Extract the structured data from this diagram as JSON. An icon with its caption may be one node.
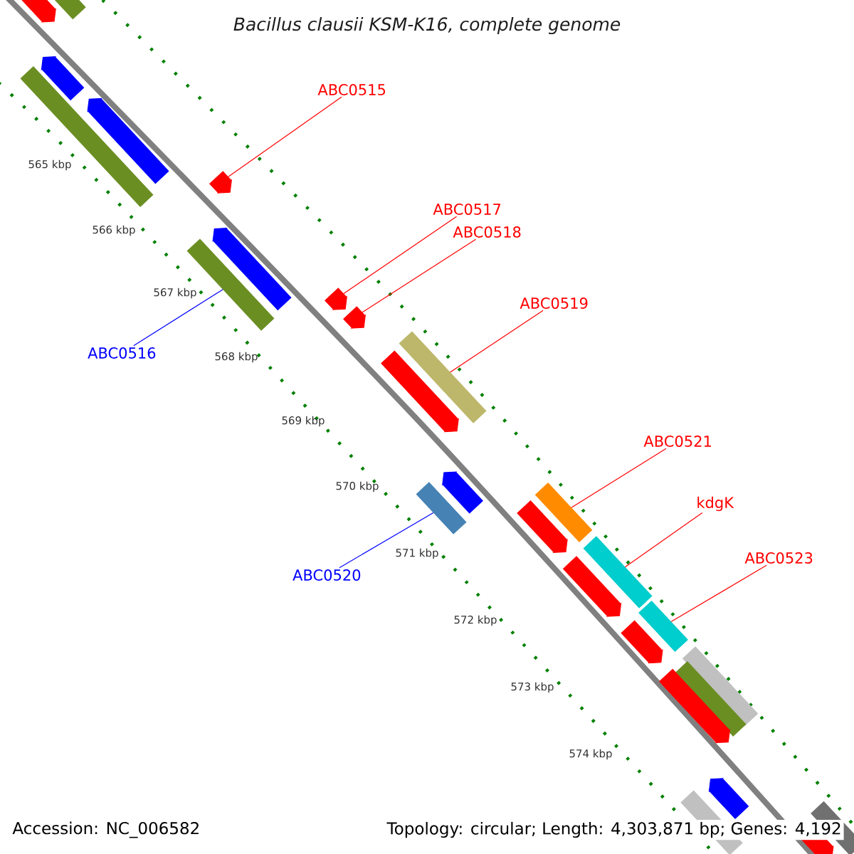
{
  "diagram": {
    "title": "Bacillus clausii KSM-K16, complete genome",
    "nodes": [
      {
        "text": [
          "ABC0515"
        ]
      },
      {
        "text": [],
        "shape": "arrow"
      },
      {
        "text": [
          "ABC0517"
        ]
      },
      {
        "text": [
          "ABC0518"
        ]
      },
      {
        "text": [],
        "shape": "arrow"
      },
      {
        "text": [],
        "shape": "arrow"
      },
      {
        "text": [
          "ABC0519"
        ]
      },
      {
        "text": [],
        "shape": "bar"
      },
      {
        "text": [
          "ABC0516"
        ]
      },
      {
        "text": [],
        "shape": "bar"
      },
      {
        "text": [
          "ABC0520"
        ]
      },
      {
        "text": [],
        "shape": "bar"
      },
      {
        "text": [
          "ABC0521"
        ]
      },
      {
        "text": [],
        "shape": "bar"
      },
      {
        "text": [
          "kdgK"
        ]
      },
      {
        "text": [],
        "shape": "bar"
      },
      {
        "text": [
          "ABC0523"
        ]
      },
      {
        "text": [],
        "shape": "bar"
      }
    ],
    "edges": [
      {
        "from": 0,
        "to": 1,
        "arrow": "none"
      },
      {
        "from": 2,
        "to": 4,
        "arrow": "none"
      },
      {
        "from": 3,
        "to": 5,
        "arrow": "none"
      },
      {
        "from": 6,
        "to": 7,
        "arrow": "none"
      },
      {
        "from": 8,
        "to": 9,
        "arrow": "none",
        "color": "#0000ff"
      },
      {
        "from": 10,
        "to": 11,
        "arrow": "none",
        "color": "#0000ff"
      },
      {
        "from": 12,
        "to": 13,
        "arrow": "none"
      },
      {
        "from": 14,
        "to": 15,
        "arrow": "none"
      },
      {
        "from": 16,
        "to": 17,
        "arrow": "none"
      }
    ],
    "labels": [
      "565 kbp",
      "566 kbp",
      "567 kbp",
      "568 kbp",
      "569 kbp",
      "570 kbp",
      "571 kbp",
      "572 kbp",
      "573 kbp",
      "574 kbp",
      "Accession: NC_006582",
      "Topology: circular; Length: 4,303,871 bp; Genes: 4,192"
    ]
  }
}
